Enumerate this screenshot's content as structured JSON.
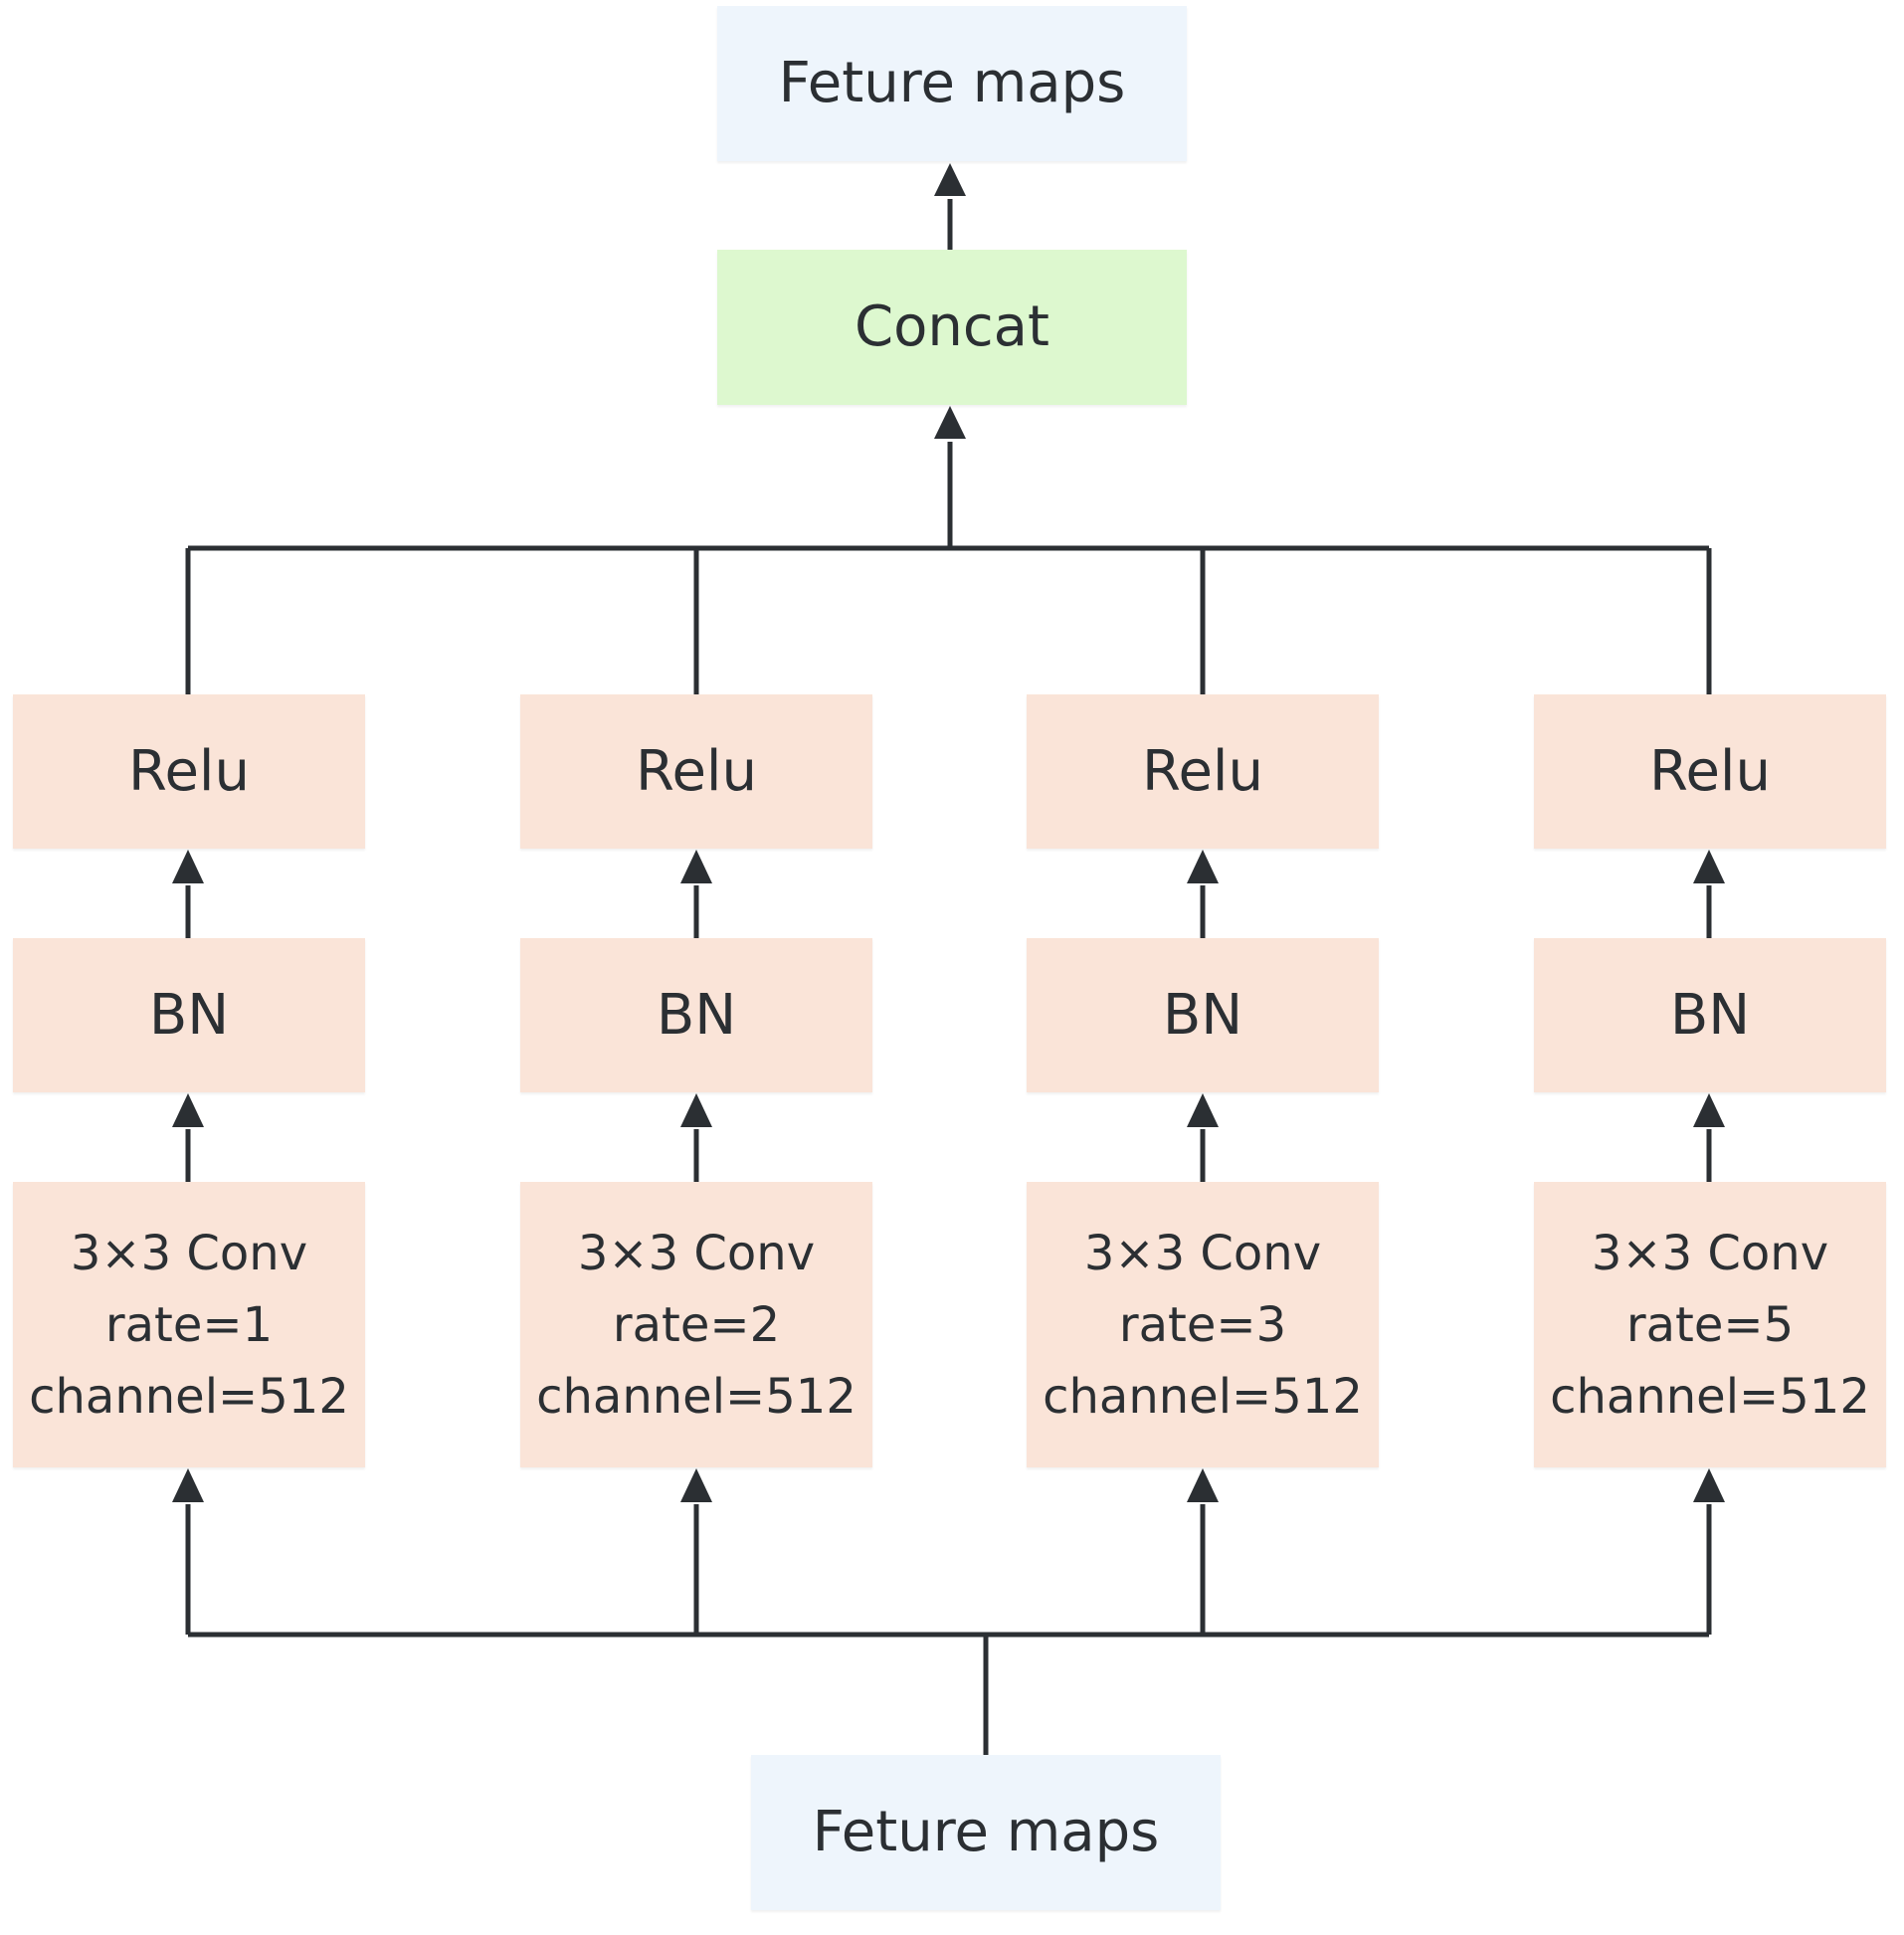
{
  "output_node": {
    "label": "Feture maps",
    "color": "#eef5fc"
  },
  "concat_node": {
    "label": "Concat",
    "color": "#ddf8cf"
  },
  "input_node": {
    "label": "Feture maps",
    "color": "#eef5fc"
  },
  "branch_color": "#fae4d8",
  "line_color": "#2b2f33",
  "branches": [
    {
      "relu": "Relu",
      "bn": "BN",
      "conv": {
        "kernel": "3×3 Conv",
        "rate": "rate=1",
        "channel": "channel=512"
      }
    },
    {
      "relu": "Relu",
      "bn": "BN",
      "conv": {
        "kernel": "3×3 Conv",
        "rate": "rate=2",
        "channel": "channel=512"
      }
    },
    {
      "relu": "Relu",
      "bn": "BN",
      "conv": {
        "kernel": "3×3 Conv",
        "rate": "rate=3",
        "channel": "channel=512"
      }
    },
    {
      "relu": "Relu",
      "bn": "BN",
      "conv": {
        "kernel": "3×3 Conv",
        "rate": "rate=5",
        "channel": "channel=512"
      }
    }
  ]
}
